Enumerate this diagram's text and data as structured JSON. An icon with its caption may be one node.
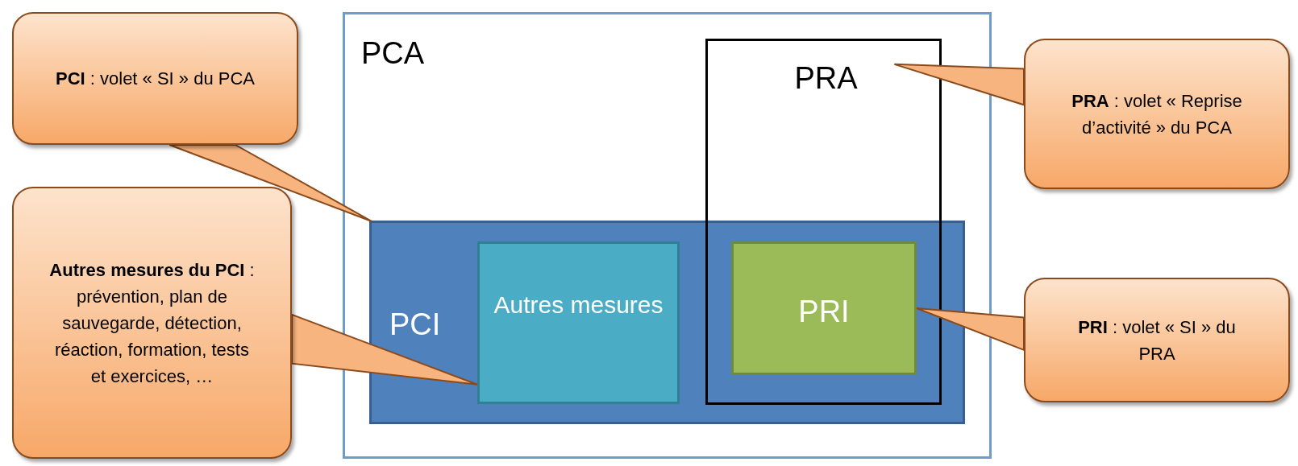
{
  "diagram": {
    "nodes": [
      {
        "text": [
          "PCA"
        ]
      },
      {
        "text": [
          "PRA"
        ],
        "in": 0
      },
      {
        "text": [
          "PCI"
        ],
        "in": 0
      },
      {
        "text": [
          "Autres mesures"
        ],
        "in": 2
      },
      {
        "text": [
          "PRI"
        ]
      },
      {
        "text": [
          "**PCI** : volet « SI » du PCA"
        ]
      },
      {
        "text": [
          "**Autres mesures du PCI** : prévention, plan de sauvegarde, détection, réaction, formation, tests et exercices, …"
        ]
      },
      {
        "text": [
          "**PRA** : volet « Reprise d’activité » du PCA"
        ]
      },
      {
        "text": [
          "**PRI** : volet « SI » du PRA"
        ]
      }
    ],
    "edges": [
      {
        "from": 5,
        "to": 2,
        "arrow": "none"
      },
      {
        "from": 6,
        "to": 3,
        "arrow": "none"
      },
      {
        "from": 7,
        "to": 1,
        "arrow": "none"
      },
      {
        "from": 8,
        "to": 4,
        "arrow": "none"
      }
    ]
  }
}
